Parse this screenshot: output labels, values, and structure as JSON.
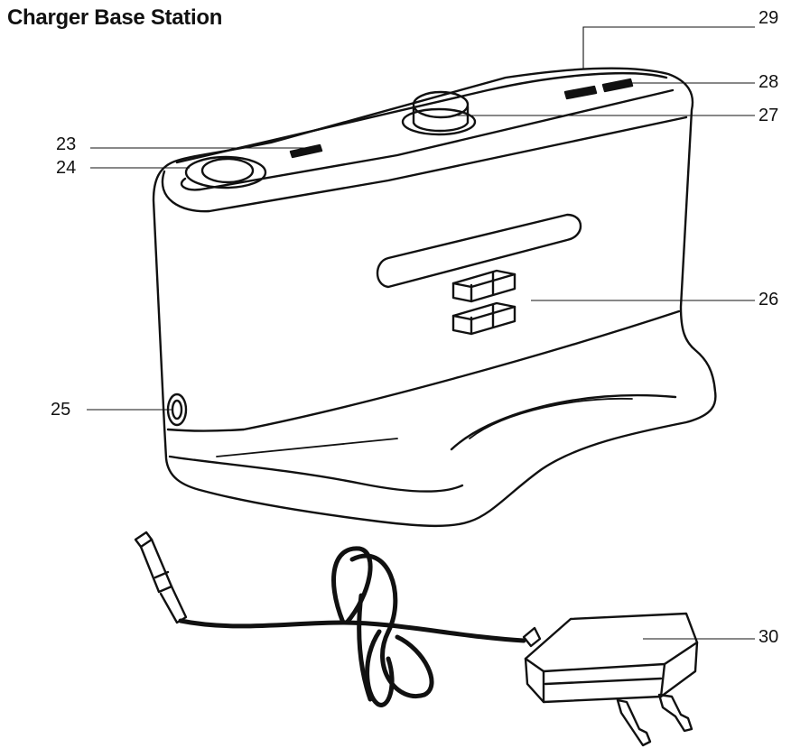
{
  "title": "Charger Base Station",
  "callouts": {
    "c23": "23",
    "c24": "24",
    "c25": "25",
    "c26": "26",
    "c27": "27",
    "c28": "28",
    "c29": "29",
    "c30": "30"
  }
}
